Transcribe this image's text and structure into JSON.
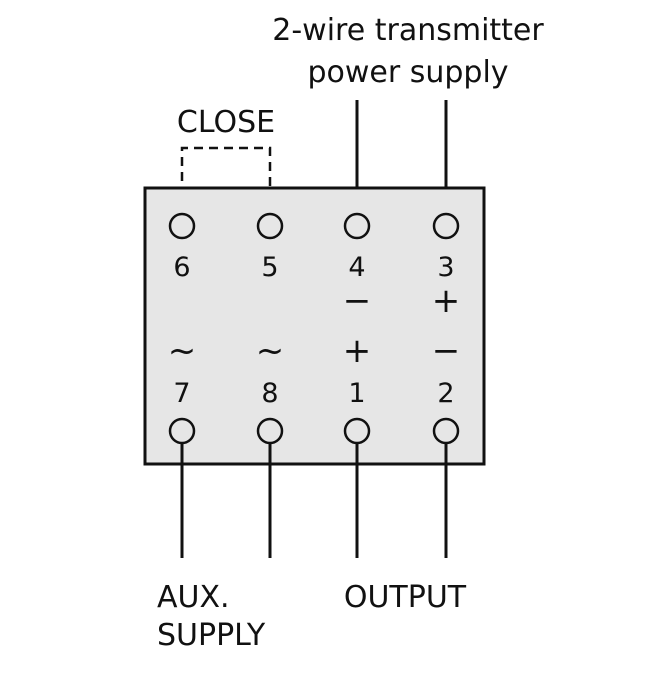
{
  "labels": {
    "top_line1": "2-wire transmitter",
    "top_line2": "power supply",
    "close": "CLOSE",
    "aux_line1": "AUX.",
    "aux_line2": "SUPPLY",
    "output": "OUTPUT"
  },
  "terminals_top": [
    {
      "number": "6",
      "polarity": ""
    },
    {
      "number": "5",
      "polarity": ""
    },
    {
      "number": "4",
      "polarity": "−"
    },
    {
      "number": "3",
      "polarity": "+"
    }
  ],
  "terminals_bottom": [
    {
      "number": "7",
      "symbol": "~"
    },
    {
      "number": "8",
      "symbol": "~"
    },
    {
      "number": "1",
      "symbol": "+"
    },
    {
      "number": "2",
      "symbol": "−"
    }
  ],
  "colors": {
    "box_fill": "#e6e6e6",
    "stroke": "#111111"
  }
}
